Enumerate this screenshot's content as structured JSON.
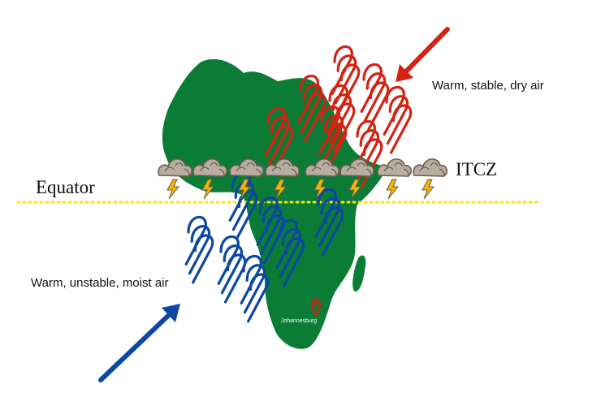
{
  "labels": {
    "equator": "Equator",
    "itcz": "ITCZ",
    "northeast_air": "Warm, stable, dry air",
    "southeast_air": "Warm, unstable, moist air",
    "city": "Johannesburg"
  },
  "colors": {
    "land": "#0a7c35",
    "dry_air": "#d42213",
    "moist_air": "#0b47a3",
    "equator_line": "#f0e31c",
    "cloud": "#b7ada3",
    "cloud_outline": "#6f5b4c",
    "lightning": "#f4b400",
    "pin": "#d42213"
  },
  "icons": {
    "cloud": "thunderstorm-cloud-icon",
    "wind": "wind-gust-icon",
    "pin": "map-pin-icon"
  }
}
